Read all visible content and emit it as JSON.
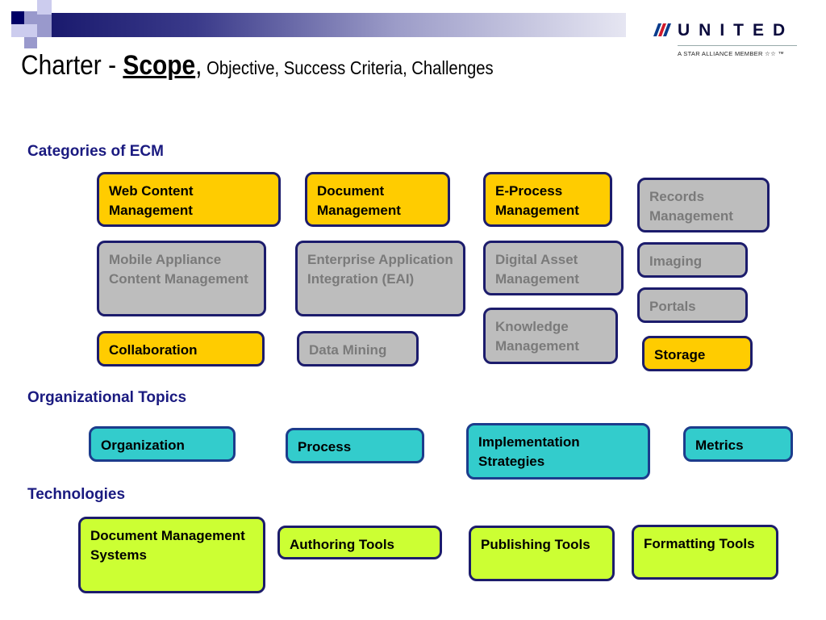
{
  "title": {
    "part1": "Charter  - ",
    "scope": "Scope",
    "comma": ",",
    "rest": " Objective, Success Criteria, Challenges"
  },
  "logo": {
    "word": "UNITED",
    "sub": "A STAR ALLIANCE MEMBER",
    "tm": "™"
  },
  "sections": {
    "categories": "Categories of ECM",
    "organizational": "Organizational Topics",
    "technologies": "Technologies"
  },
  "categories": {
    "web_content": "Web Content Management",
    "document": "Document Management",
    "eprocess": "E-Process Management",
    "records": "Records Management",
    "mobile": "Mobile Appliance Content Management",
    "eai": "Enterprise Application Integration (EAI)",
    "digital_asset": "Digital Asset Management",
    "imaging": "Imaging",
    "portals": "Portals",
    "knowledge": "Knowledge Management",
    "collaboration": "Collaboration",
    "data_mining": "Data Mining",
    "storage": "Storage"
  },
  "organizational": {
    "organization": "Organization",
    "process": "Process",
    "implementation": "Implementation Strategies",
    "metrics": "Metrics"
  },
  "technologies": {
    "dms": "Document Management Systems",
    "authoring": "Authoring Tools",
    "publishing": "Publishing Tools",
    "formatting": "Formatting Tools"
  },
  "colors": {
    "highlighted": "#ffcc00",
    "not_highlighted": "#bdbdbd",
    "organizational": "#33cccc",
    "technologies": "#ccff33",
    "section_heading": "#1a1a80"
  }
}
